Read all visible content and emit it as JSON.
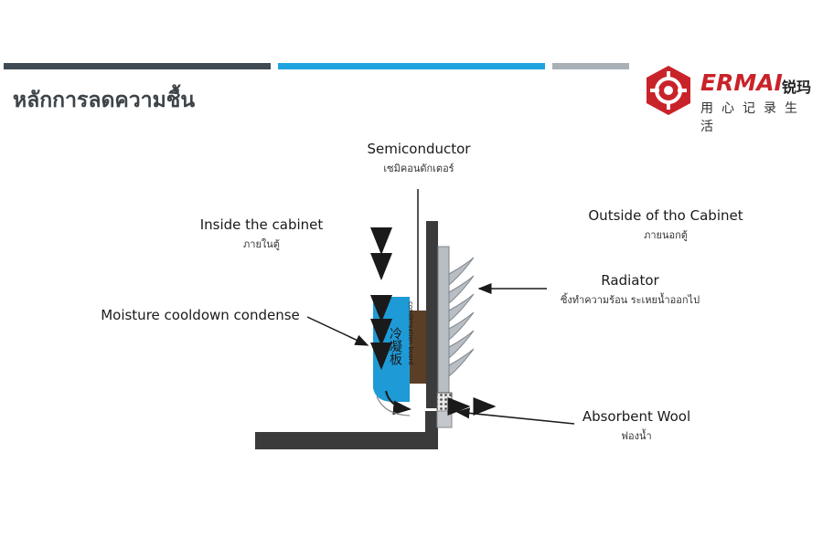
{
  "header": {
    "title": "หลักการลดความชื้น"
  },
  "logo": {
    "brand": "ERMAI",
    "brand_cn": "锐玛",
    "tagline": "用心记录生活",
    "brand_color": "#c9232a"
  },
  "labels": {
    "semiconductor": {
      "en": "Semiconductor",
      "th": "เซมิคอนดักเตอร์"
    },
    "inside": {
      "en": "Inside the cabinet",
      "th": "ภายในตู้"
    },
    "outside": {
      "en": "Outside of tho Cabinet",
      "th": "ภายนอกตู้"
    },
    "radiator": {
      "en": "Radiator",
      "th": "ซิ้งทำความร้อน ระเหยน้ำออกไป"
    },
    "moisture": {
      "en": "Moisture cooldown condense"
    },
    "wool": {
      "en": "Absorbent Wool",
      "th": "ฟองน้ำ"
    }
  },
  "board": {
    "cn": "冷凝板",
    "en": "condensation board",
    "color": "#1e9ad6"
  },
  "colors": {
    "wall": "#3b3b3b",
    "semiconductor": "#5a3f26",
    "radiator": "#b8bec4"
  }
}
